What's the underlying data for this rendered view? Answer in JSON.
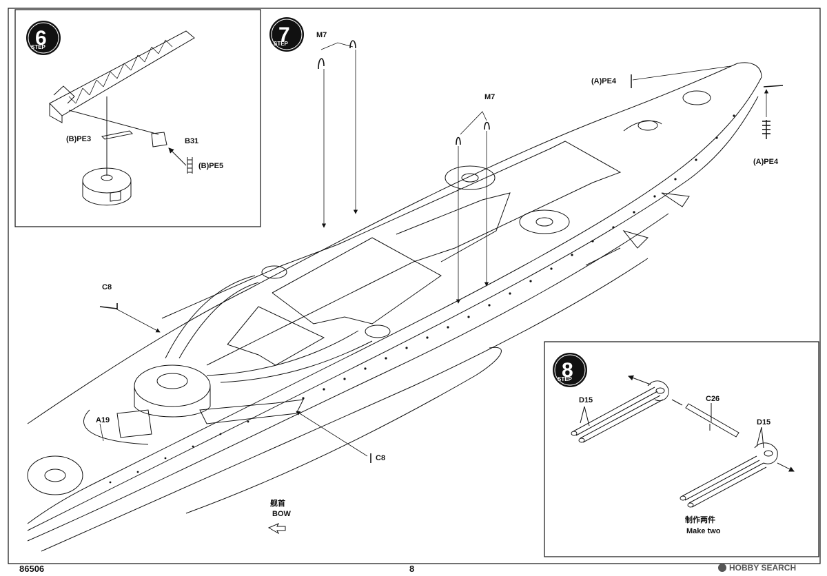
{
  "page": {
    "catalog_number": "86506",
    "page_number": "8"
  },
  "steps": [
    {
      "number": "6",
      "label": "STEP"
    },
    {
      "number": "7",
      "label": "STEP"
    },
    {
      "number": "8",
      "label": "STEP"
    }
  ],
  "step6_parts": {
    "pe3": "(B)PE3",
    "b31": "B31",
    "pe5": "(B)PE5"
  },
  "step7_parts": {
    "m7_top": "M7",
    "m7_mid": "M7",
    "c8_left": "C8",
    "c8_bottom": "C8",
    "a19": "A19",
    "pe4_top": "(A)PE4",
    "pe4_right": "(A)PE4"
  },
  "bow": {
    "cn": "舰首",
    "en": "BOW"
  },
  "step8_parts": {
    "d15_left": "D15",
    "c26": "C26",
    "d15_right": "D15"
  },
  "make_two": {
    "cn": "制作两件",
    "en": "Make two"
  },
  "watermark": "HOBBY SEARCH",
  "colors": {
    "line": "#111111",
    "badge": "#111111",
    "paper": "#ffffff"
  }
}
